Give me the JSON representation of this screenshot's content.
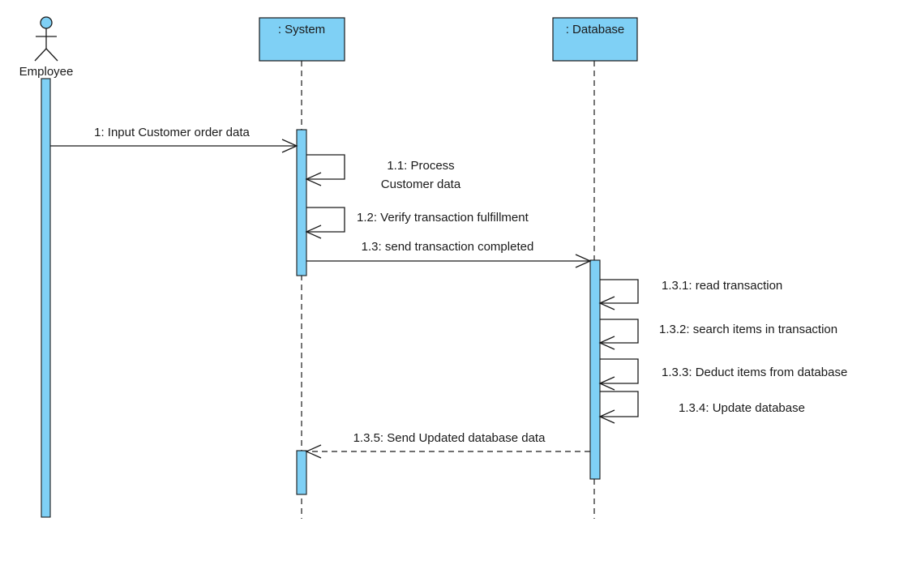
{
  "diagram": {
    "actor": {
      "label": "Employee"
    },
    "lifelines": [
      {
        "label": ": System"
      },
      {
        "label": ": Database"
      }
    ],
    "messages": [
      {
        "label": "1: Input Customer order data",
        "kind": "sync"
      },
      {
        "label_lines": [
          "1.1: Process",
          "Customer data"
        ],
        "kind": "self"
      },
      {
        "label": "1.2: Verify transaction fulfillment",
        "kind": "self"
      },
      {
        "label": "1.3: send transaction completed",
        "kind": "sync"
      },
      {
        "label": "1.3.1: read transaction",
        "kind": "self"
      },
      {
        "label": "1.3.2: search items in transaction",
        "kind": "self"
      },
      {
        "label": "1.3.3: Deduct items from database",
        "kind": "self"
      },
      {
        "label": "1.3.4: Update database",
        "kind": "self"
      },
      {
        "label": "1.3.5: Send Updated database data",
        "kind": "return"
      }
    ]
  },
  "colors": {
    "fill": "#7fd0f5",
    "stroke": "#1a1a1a",
    "background": "#ffffff"
  }
}
